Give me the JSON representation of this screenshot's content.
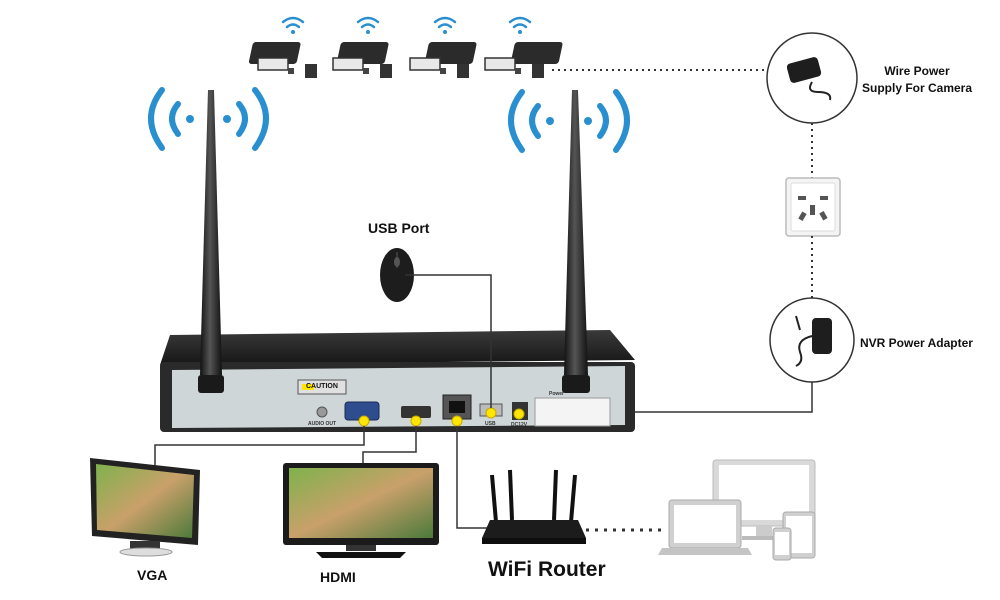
{
  "labels": {
    "usb_port": "USB Port",
    "wire_power_line1": "Wire Power",
    "wire_power_line2": "Supply For Camera",
    "nvr_power_adapter": "NVR Power Adapter",
    "vga": "VGA",
    "hdmi": "HDMI",
    "wifi_router": "WiFi Router"
  },
  "nvr_panel": {
    "caution": "CAUTION",
    "audio_out": "AUDIO OUT",
    "usb": "USB",
    "dc12v": "DC12V",
    "power": "Power"
  },
  "colors": {
    "wifi_blue": "#2a8fcf",
    "connector_yellow": "#ffe600",
    "nvr_body": "#2a2a2a",
    "nvr_panel": "#cfd6d8"
  },
  "icons": [
    "wifi-icon",
    "camera-icon",
    "antenna-icon",
    "mouse-icon",
    "monitor-icon",
    "router-icon",
    "laptop-icon",
    "tablet-icon",
    "phone-icon",
    "power-socket-icon",
    "power-adapter-icon"
  ]
}
